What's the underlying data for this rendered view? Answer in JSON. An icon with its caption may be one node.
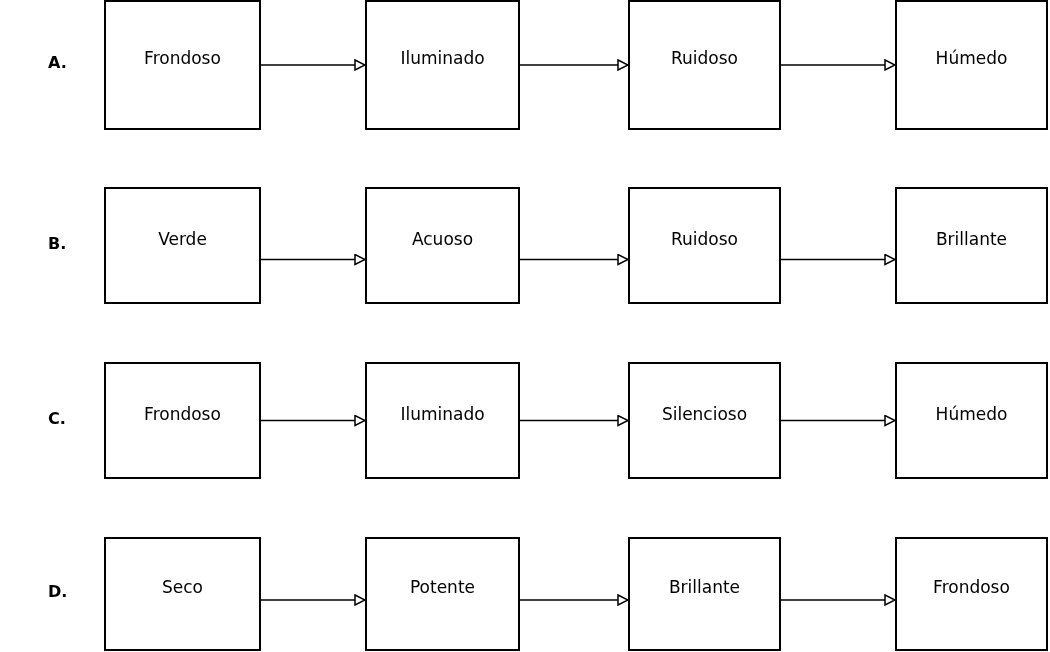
{
  "diagram": {
    "nodes": [
      {
        "text": [
          "Frondoso"
        ]
      },
      {
        "text": [
          "Iluminado"
        ]
      },
      {
        "text": [
          "Ruidoso"
        ]
      },
      {
        "text": [
          "Húmedo"
        ]
      },
      {
        "text": [
          "Verde"
        ]
      },
      {
        "text": [
          "Acuoso"
        ]
      },
      {
        "text": [
          "Ruidoso"
        ]
      },
      {
        "text": [
          "Brillante"
        ]
      },
      {
        "text": [
          "Frondoso"
        ]
      },
      {
        "text": [
          "Iluminado"
        ]
      },
      {
        "text": [
          "Silencioso"
        ]
      },
      {
        "text": [
          "Húmedo"
        ]
      },
      {
        "text": [
          "Seco"
        ]
      },
      {
        "text": [
          "Potente"
        ]
      },
      {
        "text": [
          "Brillante"
        ]
      },
      {
        "text": [
          "Frondoso"
        ]
      }
    ],
    "edges": [
      {
        "from": 0,
        "to": 1,
        "arrow": "to"
      },
      {
        "from": 1,
        "to": 2,
        "arrow": "to"
      },
      {
        "from": 2,
        "to": 3,
        "arrow": "to"
      },
      {
        "from": 4,
        "to": 5,
        "arrow": "to"
      },
      {
        "from": 5,
        "to": 6,
        "arrow": "to"
      },
      {
        "from": 6,
        "to": 7,
        "arrow": "to"
      },
      {
        "from": 8,
        "to": 9,
        "arrow": "to"
      },
      {
        "from": 9,
        "to": 10,
        "arrow": "to"
      },
      {
        "from": 10,
        "to": 11,
        "arrow": "to"
      },
      {
        "from": 12,
        "to": 13,
        "arrow": "to"
      },
      {
        "from": 13,
        "to": 14,
        "arrow": "to"
      },
      {
        "from": 14,
        "to": 15,
        "arrow": "to"
      }
    ],
    "labels": [
      "A.",
      "B.",
      "C.",
      "D."
    ]
  }
}
